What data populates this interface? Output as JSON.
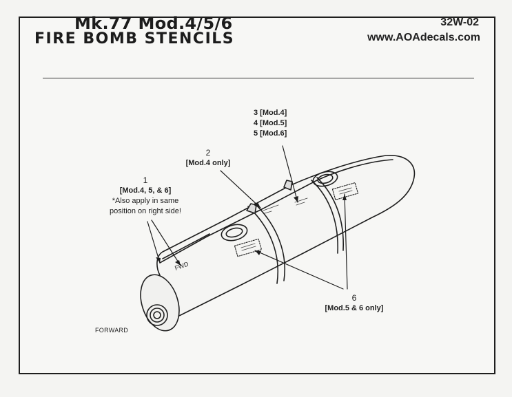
{
  "header": {
    "title_line1": "Mk.77 Mod.4/5/6",
    "title_line2": "FIRE BOMB STENCILS",
    "product_code": "32W-02",
    "website": "www.AOAdecals.com"
  },
  "callouts": {
    "c1": {
      "number": "1",
      "mods": "[Mod.4, 5, & 6]",
      "note1": "*Also apply in same",
      "note2": "position on right side!"
    },
    "c2": {
      "number": "2",
      "mods": "[Mod.4 only]"
    },
    "c3": {
      "line1": "3 [Mod.4]",
      "line2": "4 [Mod.5]",
      "line3": "5 [Mod.6]"
    },
    "c6": {
      "number": "6",
      "mods": "[Mod.5 & 6 only]"
    }
  },
  "stencil_text": {
    "fwd": "FWD"
  },
  "labels": {
    "forward": "FORWARD"
  }
}
